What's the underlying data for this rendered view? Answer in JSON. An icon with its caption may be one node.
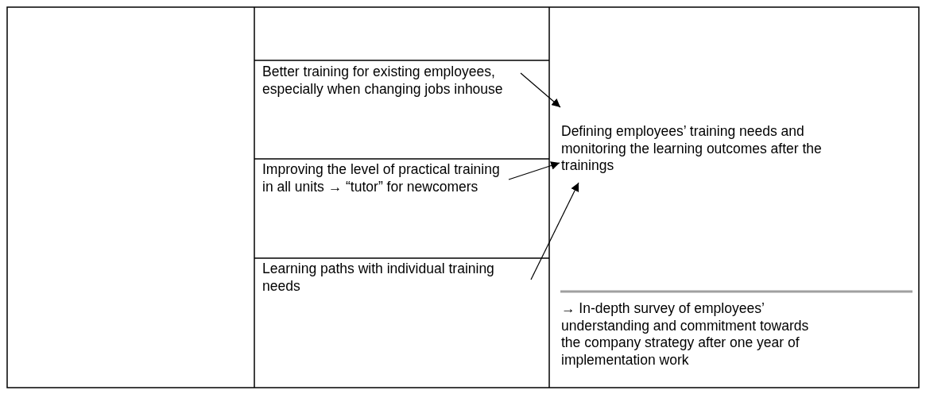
{
  "diagram": {
    "nodes": [
      {
        "text": [
          "Better training for existing employees, especially when changing jobs inhouse"
        ]
      },
      {
        "text": [
          "Improving the level of practical training in all units → “tutor” for newcomers"
        ]
      },
      {
        "text": [
          "Learning paths with individual training needs"
        ]
      },
      {
        "text": [
          "Defining employees’ training needs and monitoring the learning outcomes after the trainings"
        ]
      },
      {
        "text": [
          "→ In-depth survey of employees’ understanding and commitment towards the company strategy after one year of implementation work"
        ]
      }
    ],
    "edges": [
      {
        "from": 0,
        "to": 3,
        "arrow": "to"
      },
      {
        "from": 1,
        "to": 3,
        "arrow": "to"
      },
      {
        "from": 2,
        "to": 3,
        "arrow": "to"
      }
    ]
  }
}
